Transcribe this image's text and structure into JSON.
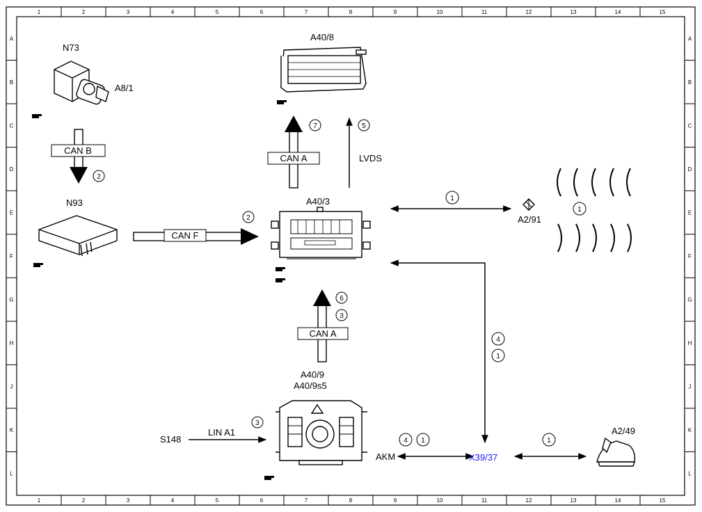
{
  "grid": {
    "columns": [
      "1",
      "2",
      "3",
      "4",
      "5",
      "6",
      "7",
      "8",
      "9",
      "10",
      "11",
      "12",
      "13",
      "14",
      "15"
    ],
    "rows": [
      "A",
      "B",
      "C",
      "D",
      "E",
      "F",
      "G",
      "H",
      "J",
      "K",
      "L"
    ]
  },
  "components": {
    "n73": "N73",
    "a8_1": "A8/1",
    "a40_8": "A40/8",
    "n93": "N93",
    "a40_3": "A40/3",
    "a2_91": "A2/91",
    "a40_9": "A40/9",
    "a40_9s5": "A40/9s5",
    "s148": "S148",
    "akm": "AKM",
    "x39_37": "X39/37",
    "a2_49": "A2/49"
  },
  "connections": {
    "can_b": "CAN B",
    "can_f": "CAN F",
    "can_a_top": "CAN A",
    "can_a_bottom": "CAN A",
    "lvds": "LVDS",
    "lin_a1": "LIN A1"
  },
  "markers": {
    "m7": "7",
    "m5": "5",
    "m2_canb": "2",
    "m2_canf": "2",
    "m1_a291": "1",
    "m1_waves": "1",
    "m6": "6",
    "m3_cana": "3",
    "m4_right": "4",
    "m1_right": "1",
    "m3_lin": "3",
    "m4_akm": "4",
    "m1_akm": "1",
    "m1_a249": "1"
  },
  "colors": {
    "line": "#000000",
    "x39_37": "#1a1aff"
  }
}
